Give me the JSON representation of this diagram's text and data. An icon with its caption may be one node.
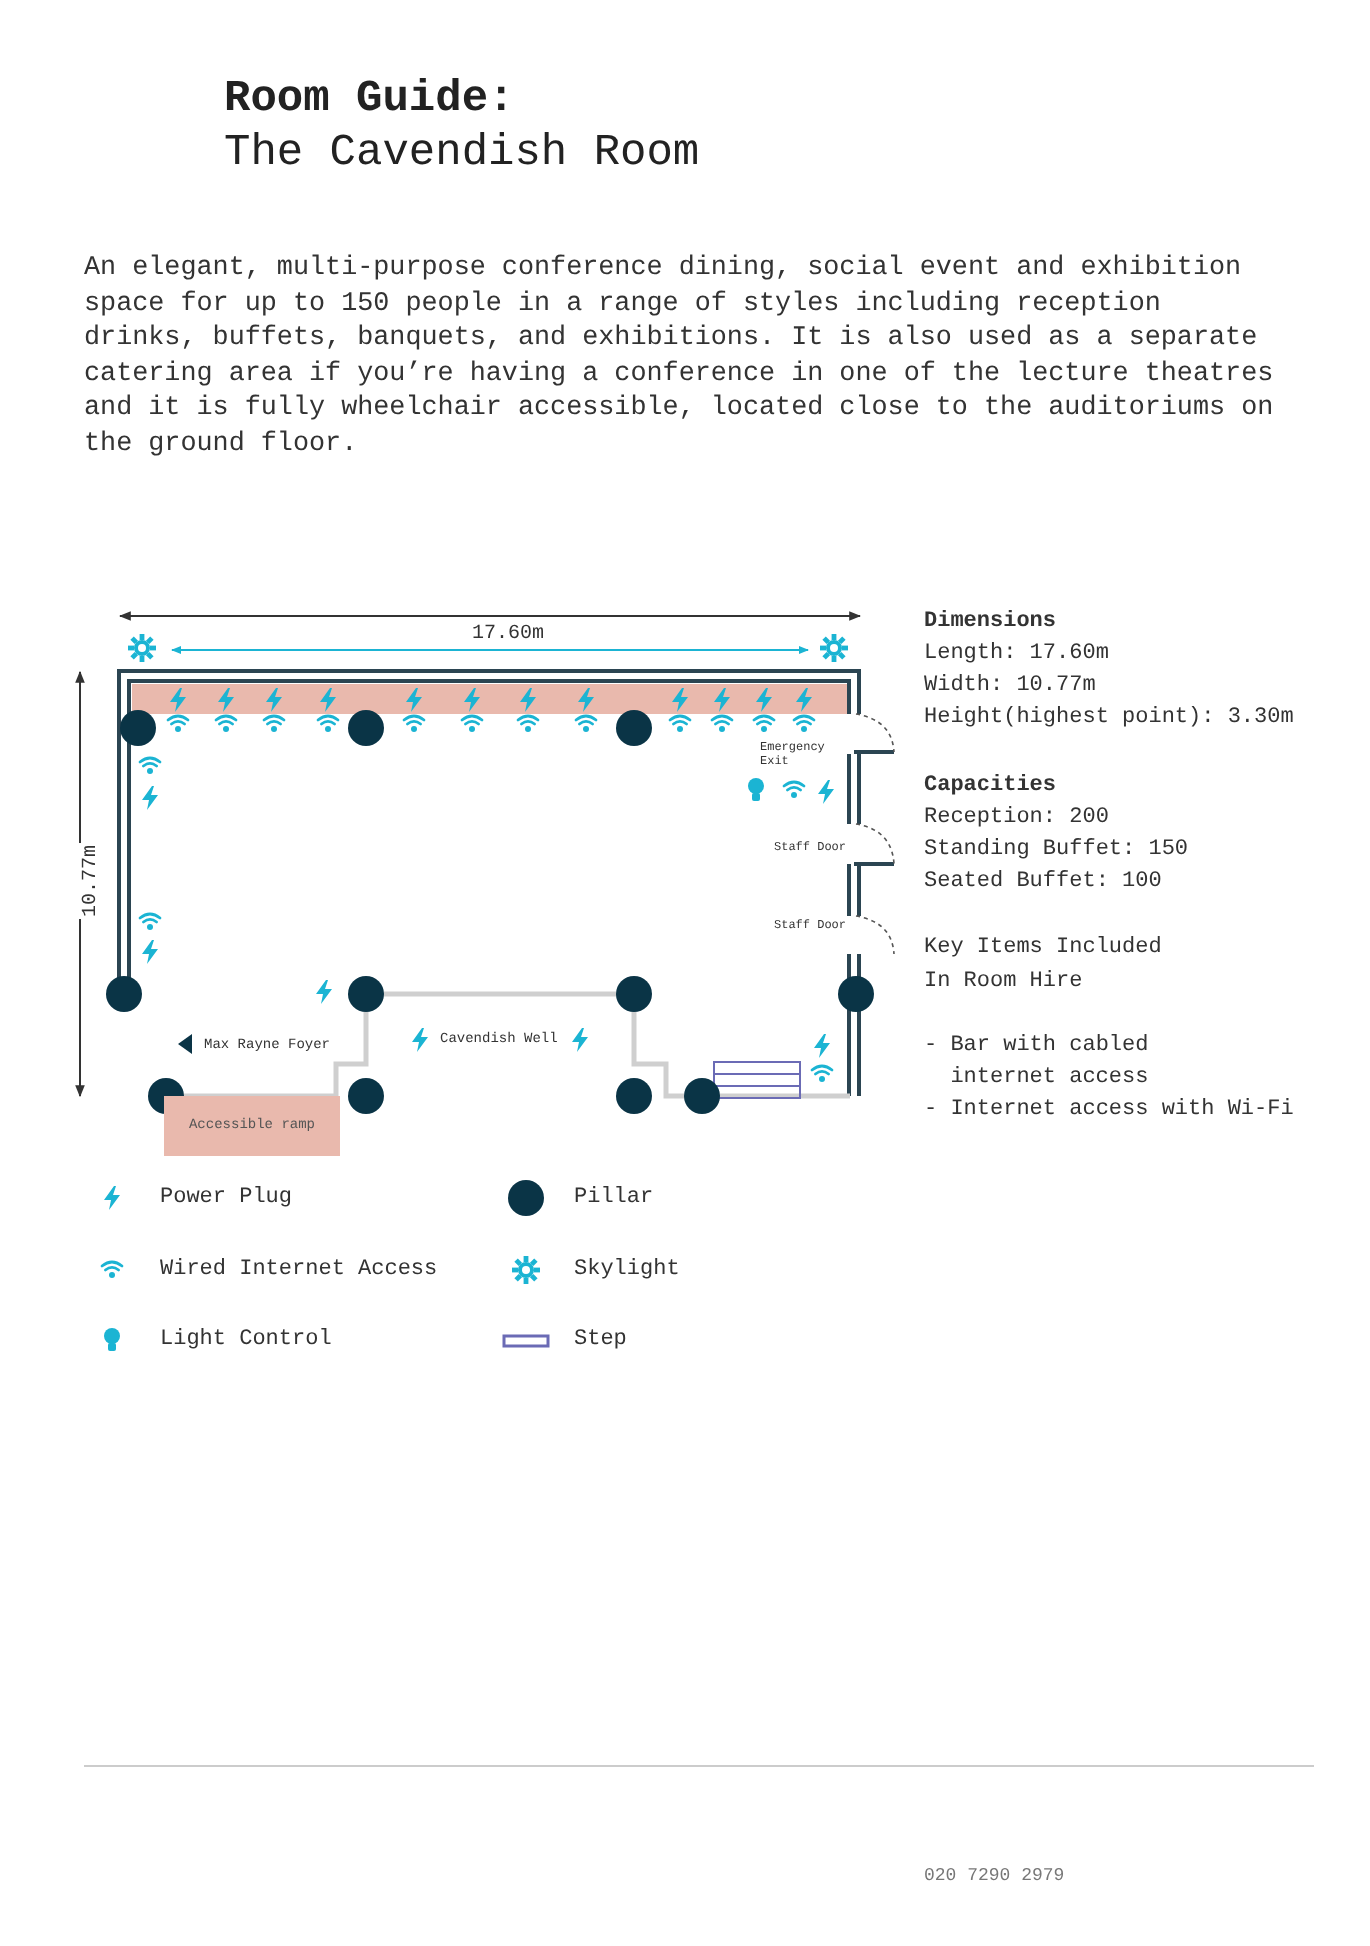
{
  "diagram": {
    "title": "Room Guide:",
    "nodes": [
      {
        "text": [
          "Accessible ramp"
        ]
      }
    ],
    "labels": [
      "The Cavendish Room",
      "An elegant, multi-purpose conference dining, social event and exhibition space for up to 150 people in a range of styles including reception drinks, buffets, banquets, and exhibitions. It is also used as a separate catering area if you’re having a conference in one of the lecture theatres and it is fully wheelchair accessible, located close to the auditoriums on the ground floor.",
      "17.60m",
      "10.77m",
      "Emergency Exit",
      "Staff Door",
      "Staff Door",
      "Max Rayne Foyer",
      "Cavendish Well",
      "Dimensions",
      "Length: 17.60m",
      "Width: 10.77m",
      "Height(highest point): 3.30m",
      "Capacities",
      "Reception: 200",
      "Standing Buffet: 150",
      "Seated Buffet: 100",
      "Key Items Included In Room Hire",
      "- Bar with cabled internet access",
      "- Internet access with Wi-Fi",
      "020 7290 2979"
    ],
    "legend": [
      {
        "text": "Power Plug"
      },
      {
        "text": "Pillar"
      },
      {
        "text": "Wired Internet Access"
      },
      {
        "text": "Skylight"
      },
      {
        "text": "Light Control"
      },
      {
        "text": "Step"
      }
    ]
  }
}
